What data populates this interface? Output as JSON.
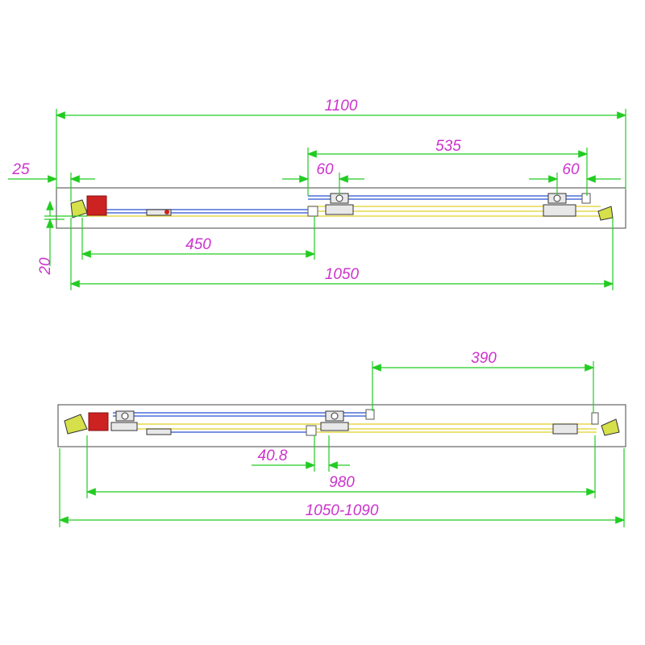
{
  "colors": {
    "dimension_line": "#22cc22",
    "dimension_text": "#cc33cc",
    "glass_front": "#4a6fd8",
    "glass_back": "#e6d94a",
    "frame": "#555555",
    "wall_profile": "#cc2222",
    "handle_accent": "#d6e04a"
  },
  "top_view": {
    "dimensions": {
      "overall_width": "1100",
      "sliding_span": "535",
      "left_offset": "25",
      "roller_left": "60",
      "roller_right": "60",
      "panel_width": "450",
      "depth": "20",
      "inner_width": "1050"
    }
  },
  "bottom_view": {
    "dimensions": {
      "opening": "390",
      "overlap": "40.8",
      "glass_width": "980",
      "adjustment_range": "1050-1090"
    }
  }
}
